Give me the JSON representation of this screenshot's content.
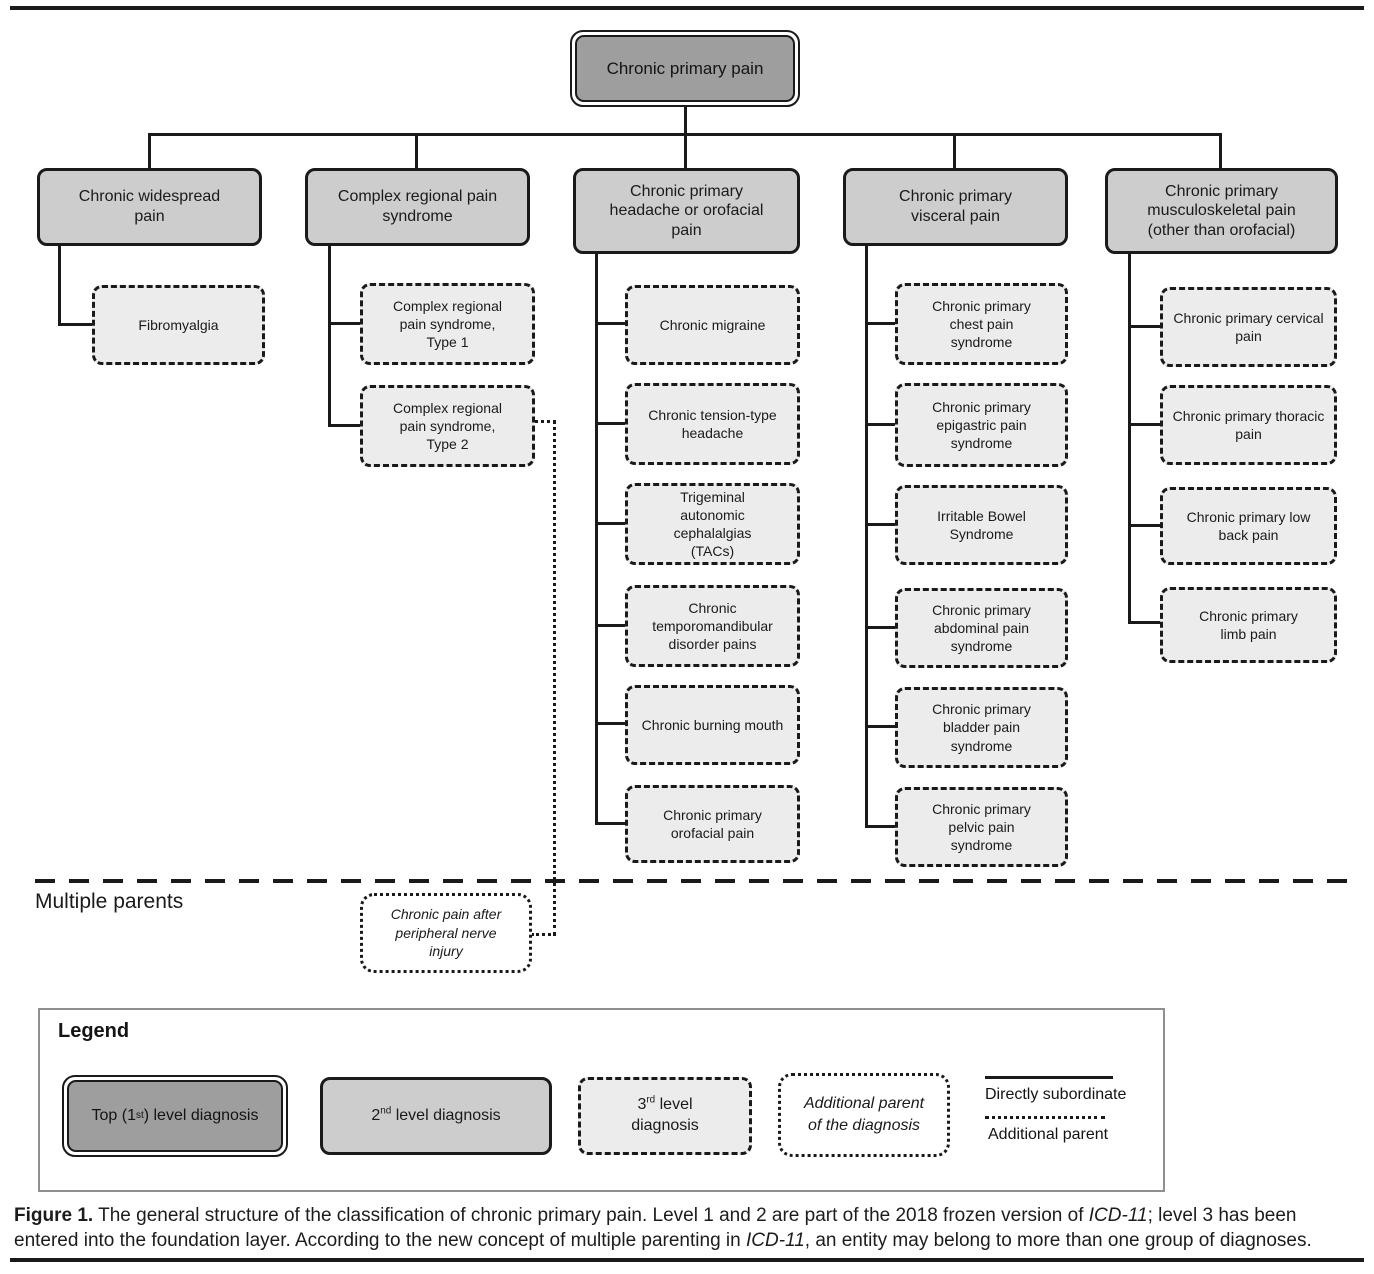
{
  "tree": {
    "root": "Chronic primary pain",
    "columns": [
      {
        "parent": "Chronic widespread pain",
        "children": [
          "Fibromyalgia"
        ]
      },
      {
        "parent": "Complex regional pain syndrome",
        "children": [
          "Complex regional pain syndrome, Type 1",
          "Complex regional pain syndrome, Type 2"
        ]
      },
      {
        "parent": "Chronic primary headache or orofacial pain",
        "children": [
          "Chronic migraine",
          "Chronic tension-type headache",
          "Trigeminal autonomic cephalalgias (TACs)",
          "Chronic temporomandibular disorder pains",
          "Chronic burning mouth",
          "Chronic primary orofacial pain"
        ]
      },
      {
        "parent": "Chronic primary visceral pain",
        "children": [
          "Chronic primary chest pain syndrome",
          "Chronic primary epigastric pain syndrome",
          "Irritable Bowel Syndrome",
          "Chronic primary abdominal pain syndrome",
          "Chronic primary bladder pain syndrome",
          "Chronic primary pelvic pain syndrome"
        ]
      },
      {
        "parent": "Chronic primary musculoskeletal pain (other than orofacial)",
        "children": [
          "Chronic primary cervical pain",
          "Chronic primary thoracic pain",
          "Chronic primary low back pain",
          "Chronic primary limb pain"
        ]
      }
    ],
    "multiple_parents_label": "Multiple parents",
    "additional_parent_node": "Chronic pain after peripheral nerve injury"
  },
  "legend": {
    "title": "Legend",
    "items": [
      {
        "pre": "Top (1",
        "sup": "st",
        "post": ")  level diagnosis"
      },
      {
        "pre": "2",
        "sup": "nd",
        "post": " level diagnosis"
      },
      {
        "pre": "3",
        "sup": "rd",
        "post": " level diagnosis"
      },
      {
        "label": "Additional parent of the diagnosis"
      }
    ],
    "line_labels": [
      "Directly subordinate",
      "Additional parent"
    ]
  },
  "caption": {
    "figure_label": "Figure 1.",
    "text_1": " The general structure of the classification of chronic primary pain. Level 1 and 2 are part of the 2018 frozen version of ",
    "italic_1": "ICD-11",
    "text_2": "; level 3 has been entered into the foundation layer. According to the new concept of multiple parenting in ",
    "italic_2": "ICD-11",
    "text_3": ", an entity may belong to more than one group of diagnoses."
  },
  "colors": {
    "level1_fill": "#9e9e9e",
    "level2_fill": "#cdcdcd",
    "level3_fill": "#ececec",
    "additional_parent_fill": "#ffffff",
    "line": "#1a1a1a",
    "legend_border": "#8f8f8f"
  }
}
